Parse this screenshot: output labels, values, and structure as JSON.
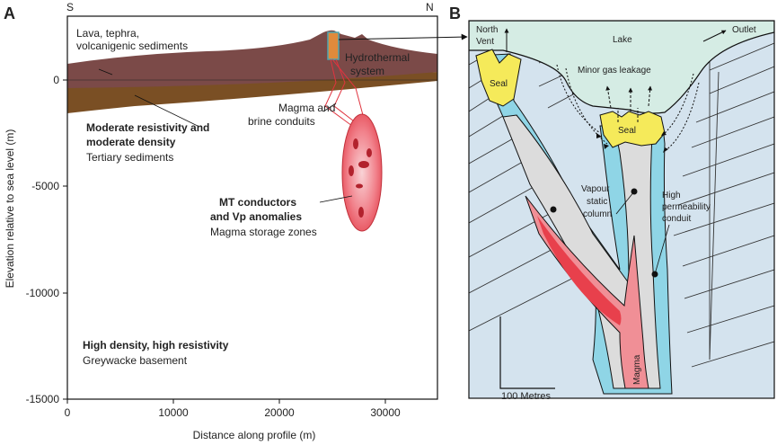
{
  "panel_a": {
    "letter": "A",
    "dir_left": "S",
    "dir_right": "N",
    "ylabel": "Elevation relative to sea level (m)",
    "xlabel": "Distance along profile (m)",
    "y_ticks": [
      "0",
      "-5000",
      "-10000",
      "-15000"
    ],
    "x_ticks": [
      "0",
      "10000",
      "20000",
      "30000"
    ],
    "lava_line1": "Lava, tephra,",
    "lava_line2": "volcanigenic sediments",
    "hydro_line1": "Hydrothermal",
    "hydro_line2": "system",
    "magma_line1": "Magma and",
    "magma_line2": "brine conduits",
    "mod_line1": "Moderate resistivity and",
    "mod_line2": "moderate density",
    "tertiary": "Tertiary sediments",
    "mt_line1": "MT conductors",
    "mt_line2": "and Vp anomalies",
    "storage": "Magma storage zones",
    "basement_bold": "High density, high resistivity",
    "basement": "Greywacke basement"
  },
  "panel_b": {
    "letter": "B",
    "north_line1": "North",
    "north_line2": "Vent",
    "lake": "Lake",
    "outlet": "Outlet",
    "gas": "Minor gas leakage",
    "seal_left": "Seal",
    "seal_center": "Seal",
    "vapour_line1": "Vapour",
    "vapour_line2": "static",
    "vapour_line3": "column",
    "hp_line1": "High",
    "hp_line2": "permeability",
    "hp_line3": "conduit",
    "magma": "Magma",
    "scale": "100 Metres"
  },
  "colors": {
    "lava": "#7b4a48",
    "sediment": "#7a4f24",
    "magma_body": "#ea4f58",
    "lake": "#d5ece4",
    "country_rock": "#d4e3ee",
    "conduit": "#8fd5e6",
    "vapour": "#dcdcdc",
    "seal": "#f5ea5a",
    "magma_b": "#f08f96"
  }
}
